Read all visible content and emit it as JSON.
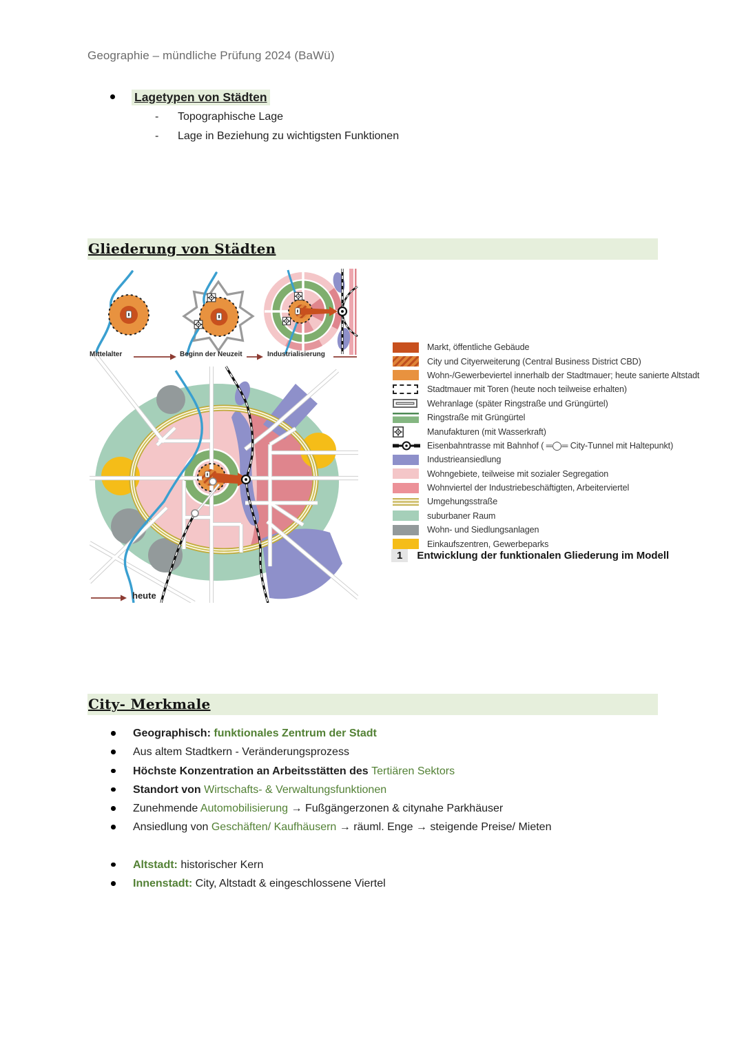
{
  "header": {
    "title": "Geographie – mündliche Prüfung 2024 (BaWü)"
  },
  "lagetypen": {
    "title": "Lagetypen von Städten",
    "items": [
      "Topographische Lage",
      "Lage in Beziehung zu wichtigsten Funktionen"
    ]
  },
  "gliederung": {
    "title": "Gliederung von Städten",
    "figure": {
      "stages": [
        {
          "label": "Mittelalter"
        },
        {
          "label": "Beginn der Neuzeit"
        },
        {
          "label": "Industrialisierung"
        },
        {
          "label": "heute"
        }
      ],
      "legend": [
        {
          "swatch": "solid",
          "color": "#c8501e",
          "label": "Markt, öffentliche Gebäude"
        },
        {
          "swatch": "hatched",
          "color": "#e08438",
          "label": "City und Cityerweiterung (Central Business District CBD)"
        },
        {
          "swatch": "solid",
          "color": "#e8923f",
          "label": "Wohn-/Gewerbeviertel innerhalb der Stadtmauer; heute sanierte Altstadt"
        },
        {
          "swatch": "dashed-outline",
          "color": "#222222",
          "label": "Stadtmauer mit Toren (heute noch teilweise erhalten)"
        },
        {
          "swatch": "double-outline",
          "color": "#6a6a6a",
          "label": "Wehranlage (später Ringstraße und Grüngürtel)"
        },
        {
          "swatch": "green-bars",
          "color": "#84b681",
          "label": "Ringstraße mit Grüngürtel"
        },
        {
          "swatch": "gear",
          "color": "#222222",
          "label": "Manufakturen (mit Wasserkraft)"
        },
        {
          "swatch": "railway",
          "color": "#111111",
          "label": "Eisenbahntrasse mit Bahnhof ( ═◯═  City-Tunnel mit Haltepunkt)"
        },
        {
          "swatch": "solid",
          "color": "#8e90ca",
          "label": "Industrieansiedlung"
        },
        {
          "swatch": "solid",
          "color": "#f4c6c8",
          "label": "Wohngebiete, teilweise mit sozialer Segregation"
        },
        {
          "swatch": "solid",
          "color": "#ec9198",
          "label": "Wohnviertel der Industriebeschäftigten, Arbeiterviertel"
        },
        {
          "swatch": "yellow-lines",
          "color": "#c6b353",
          "label": "Umgehungsstraße"
        },
        {
          "swatch": "solid",
          "color": "#a5cfb9",
          "label": "suburbaner Raum"
        },
        {
          "swatch": "solid",
          "color": "#939a9b",
          "label": "Wohn- und Siedlungsanlagen"
        },
        {
          "swatch": "solid",
          "color": "#f5bd18",
          "label": "Einkaufszentren, Gewerbeparks"
        }
      ],
      "caption_number": "1",
      "caption": "Entwicklung der funktionalen Gliederung im Modell"
    }
  },
  "city_merkmale": {
    "title": "City- Merkmale",
    "bullets": [
      {
        "gap_before": false,
        "segments": [
          {
            "text": "Geographisch: ",
            "style": "bold"
          },
          {
            "text": "funktionales Zentrum der Stadt",
            "style": "green-bold"
          }
        ]
      },
      {
        "gap_before": false,
        "segments": [
          {
            "text": "Aus altem Stadtkern - Veränderungsprozess",
            "style": "normal"
          }
        ]
      },
      {
        "gap_before": false,
        "segments": [
          {
            "text": "Höchste Konzentration an Arbeitsstätten des ",
            "style": "bold"
          },
          {
            "text": "Tertiären Sektors",
            "style": "green"
          }
        ]
      },
      {
        "gap_before": false,
        "segments": [
          {
            "text": "Standort von ",
            "style": "bold"
          },
          {
            "text": "Wirtschafts- & Verwaltungsfunktionen",
            "style": "green"
          }
        ]
      },
      {
        "gap_before": false,
        "segments": [
          {
            "text": "Zunehmende ",
            "style": "normal"
          },
          {
            "text": "Automobilisierung",
            "style": "green"
          },
          {
            "text": " → Fußgängerzonen & citynahe Parkhäuser",
            "style": "normal"
          }
        ]
      },
      {
        "gap_before": false,
        "segments": [
          {
            "text": "Ansiedlung von ",
            "style": "normal"
          },
          {
            "text": "Geschäften/ Kaufhäusern",
            "style": "green"
          },
          {
            "text": " → räuml. Enge → steigende Preise/ Mieten",
            "style": "normal"
          }
        ]
      },
      {
        "gap_before": true,
        "segments": [
          {
            "text": "Altstadt: ",
            "style": "green-bold"
          },
          {
            "text": "historischer Kern",
            "style": "normal"
          }
        ]
      },
      {
        "gap_before": false,
        "segments": [
          {
            "text": "Innenstadt: ",
            "style": "green-bold"
          },
          {
            "text": "City, Altstadt & eingeschlossene Viertel",
            "style": "normal"
          }
        ]
      }
    ]
  },
  "colors": {
    "green_text": "#538135",
    "heading_bar": "#e6efdc",
    "arrow": "#8d3b32"
  }
}
